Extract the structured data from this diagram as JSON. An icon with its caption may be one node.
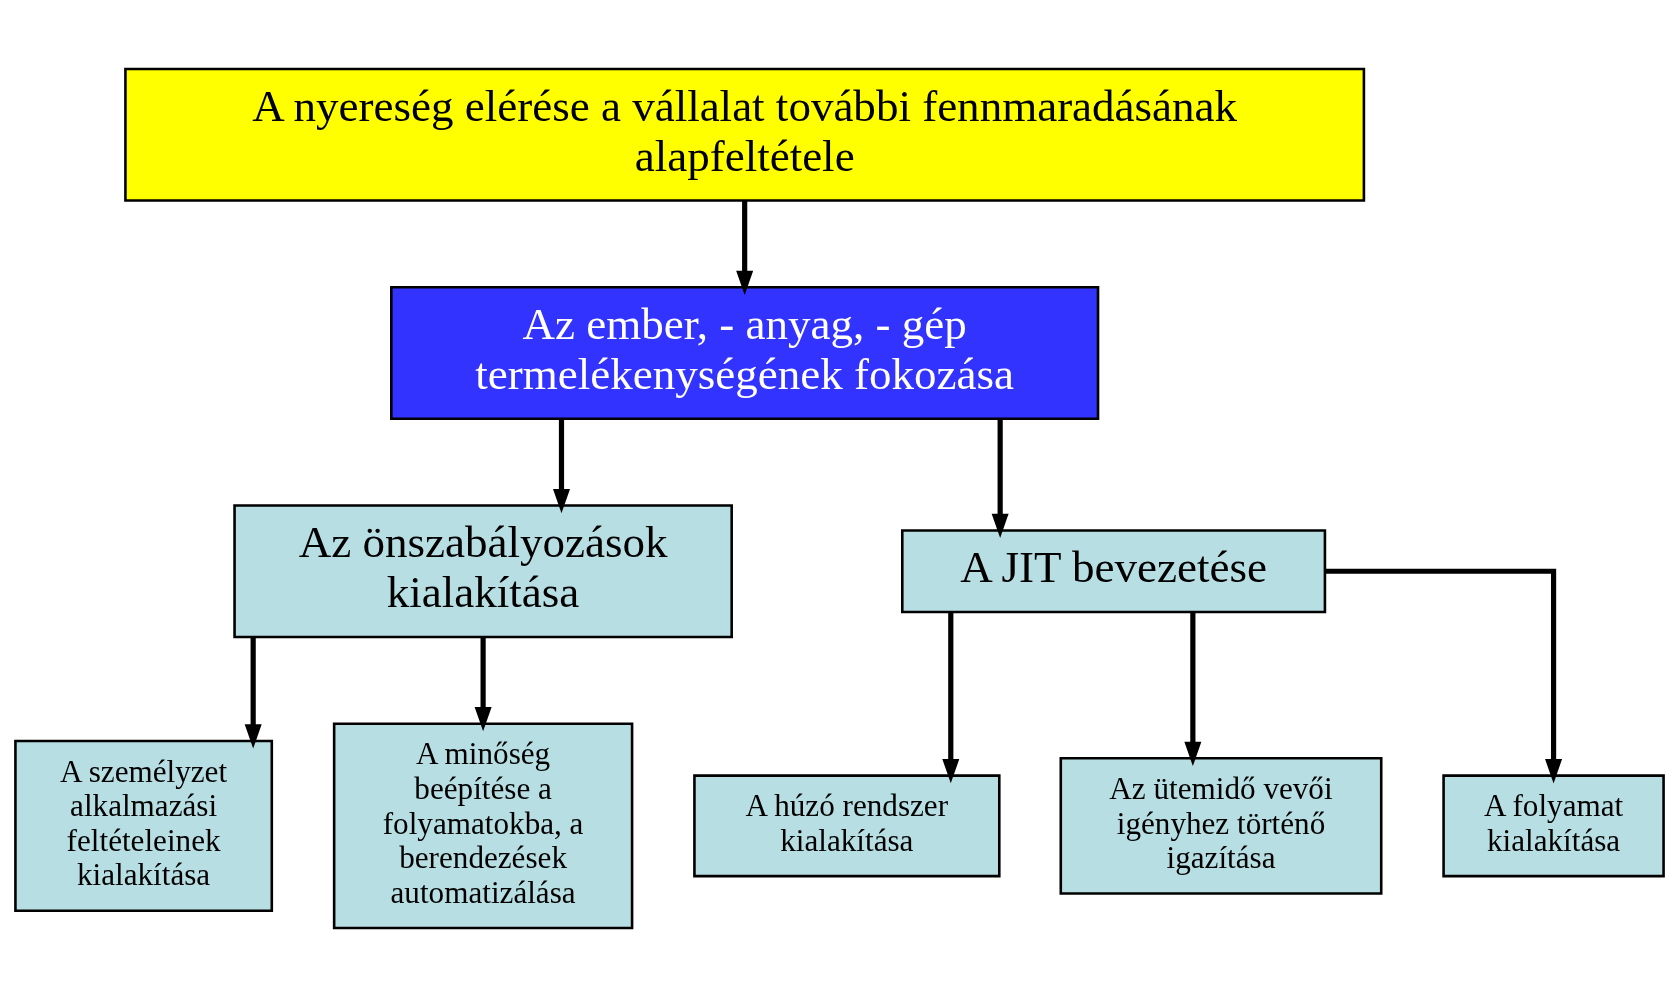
{
  "diagram": {
    "nodes": [
      {
        "text": [
          "A nyereség elérése a vállalat további fennmaradásának alapfeltétele"
        ]
      },
      {
        "text": [
          "Az ember, - anyag, - gép termelékenységének fokozása"
        ]
      },
      {
        "text": [
          "Az önszabályozások kialakítása"
        ]
      },
      {
        "text": [
          "A JIT bevezetése"
        ]
      },
      {
        "text": [
          "A személyzet alkalmazási feltételeinek kialakítása"
        ]
      },
      {
        "text": [
          "A minőség beépítése a folyamatokba, a berendezések automatizálása"
        ]
      },
      {
        "text": [
          "A húzó rendszer kialakítása"
        ]
      },
      {
        "text": [
          "Az ütemidő vevői igényhez történő igazítása"
        ]
      },
      {
        "text": [
          "A folyamat kialakítása"
        ]
      }
    ],
    "edges": [
      {
        "from": 0,
        "to": 1,
        "arrow": "to"
      },
      {
        "from": 1,
        "to": 2,
        "arrow": "to"
      },
      {
        "from": 1,
        "to": 3,
        "arrow": "to"
      },
      {
        "from": 2,
        "to": 4,
        "arrow": "to"
      },
      {
        "from": 2,
        "to": 5,
        "arrow": "to"
      },
      {
        "from": 3,
        "to": 6,
        "arrow": "to"
      },
      {
        "from": 3,
        "to": 7,
        "arrow": "to"
      },
      {
        "from": 3,
        "to": 8,
        "arrow": "to"
      }
    ]
  }
}
